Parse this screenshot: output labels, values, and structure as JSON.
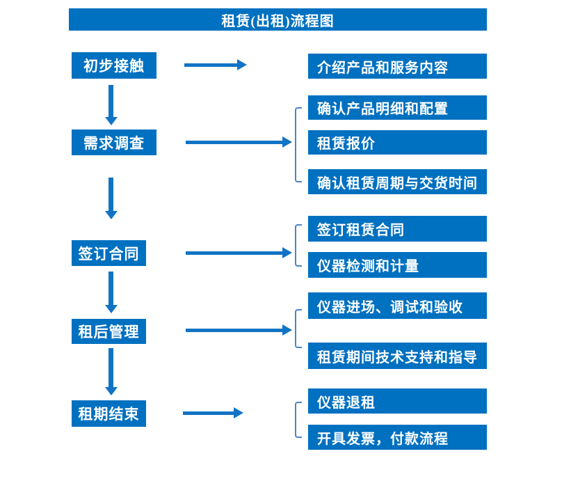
{
  "title": "租赁(出租)流程图",
  "colors": {
    "box_blue": "#0070C0",
    "arrow_blue": "#1173C5",
    "bracket_blue": "#4A84C4",
    "text_white": "#FFFFFF",
    "background": "#FFFFFF"
  },
  "stages": [
    {
      "label": "初步接触",
      "outputs": [
        "介绍产品和服务内容"
      ]
    },
    {
      "label": "需求调查",
      "outputs": [
        "确认产品明细和配置",
        "租赁报价",
        "确认租赁周期与交货时间"
      ]
    },
    {
      "label": "签订合同",
      "outputs": [
        "签订租赁合同",
        "仪器检测和计量"
      ]
    },
    {
      "label": "租后管理",
      "outputs": [
        "仪器进场、调试和验收",
        "租赁期间技术支持和指导"
      ]
    },
    {
      "label": "租期结束",
      "outputs": [
        "仪器退租",
        "开具发票，付款流程"
      ]
    }
  ]
}
